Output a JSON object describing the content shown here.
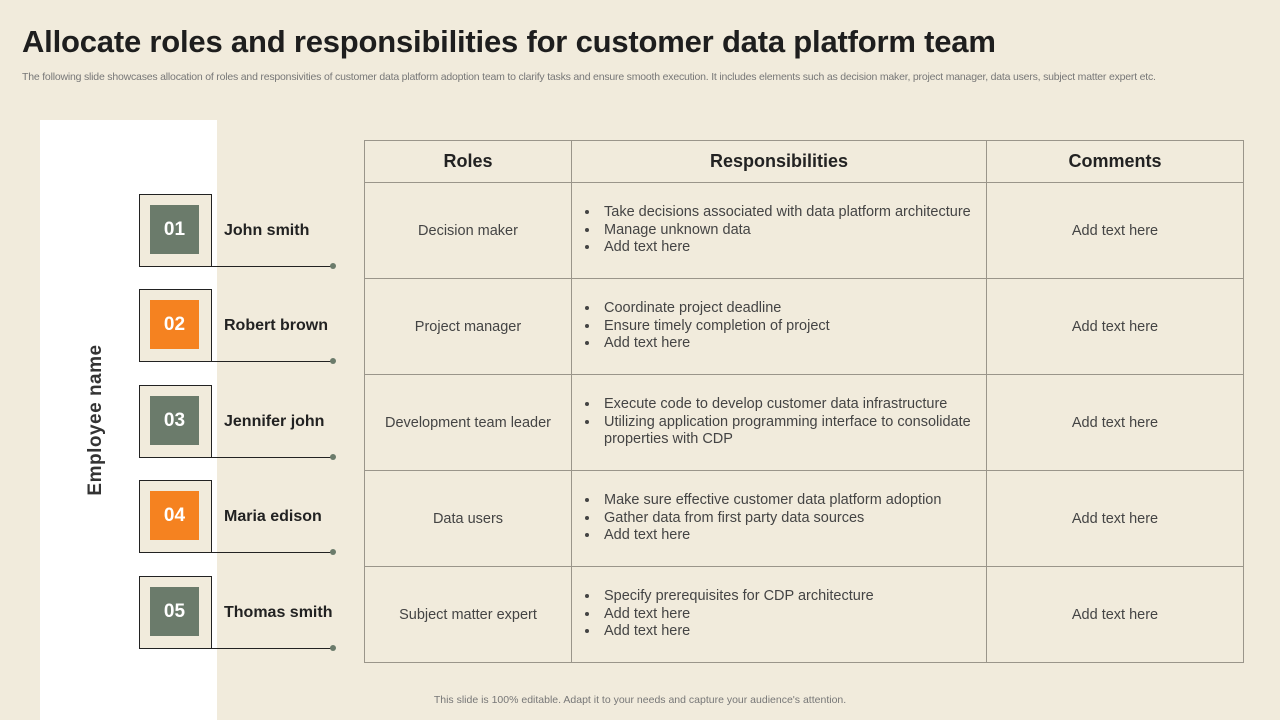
{
  "title": "Allocate roles and responsibilities for customer data platform team",
  "subtitle": "The following slide showcases allocation  of roles and responsivities of customer data platform adoption team to clarify tasks and ensure smooth execution. It includes elements such as decision maker, project manager, data users, subject matter expert etc.",
  "sidebar_label": "Employee name",
  "colors": {
    "green": "#6b7b6b",
    "orange": "#f58220"
  },
  "employees": [
    {
      "num": "01",
      "name": "John smith",
      "color": "green"
    },
    {
      "num": "02",
      "name": "Robert brown",
      "color": "orange"
    },
    {
      "num": "03",
      "name": "Jennifer john",
      "color": "green"
    },
    {
      "num": "04",
      "name": "Maria edison",
      "color": "orange"
    },
    {
      "num": "05",
      "name": "Thomas smith",
      "color": "green"
    }
  ],
  "table": {
    "headers": [
      "Roles",
      "Responsibilities",
      "Comments"
    ],
    "rows": [
      {
        "role": "Decision maker",
        "resp": [
          "Take decisions associated with data platform architecture",
          "Manage unknown data",
          "Add text here"
        ],
        "comment": "Add text here"
      },
      {
        "role": "Project manager",
        "resp": [
          "Coordinate project deadline",
          "Ensure timely completion of project",
          "Add text here"
        ],
        "comment": "Add text here"
      },
      {
        "role": "Development team leader",
        "resp": [
          "Execute code to develop customer data infrastructure",
          "Utilizing application programming interface to consolidate properties with CDP"
        ],
        "comment": "Add text here"
      },
      {
        "role": "Data users",
        "resp": [
          "Make sure effective customer data platform adoption",
          "Gather data from first party data sources",
          "Add text here"
        ],
        "comment": "Add text here"
      },
      {
        "role": "Subject matter expert",
        "resp": [
          "Specify prerequisites for CDP architecture",
          "Add text here",
          "Add text here"
        ],
        "comment": "Add text here"
      }
    ]
  },
  "footer": "This slide is 100% editable.  Adapt it to your needs and capture your audience's attention."
}
